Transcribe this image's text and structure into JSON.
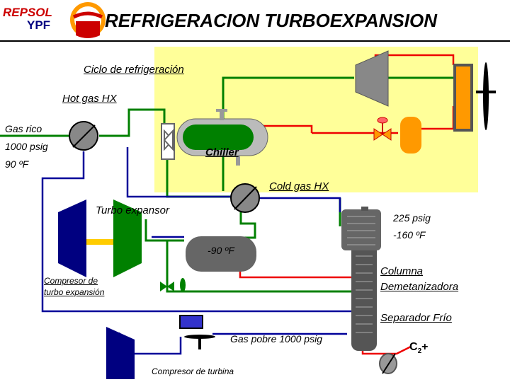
{
  "header": {
    "logo_line1": "REPSOL",
    "logo_line2": "YPF",
    "title": "REFRIGERACION TURBOEXPANSION"
  },
  "labels": {
    "ciclo": "Ciclo de refrigeración",
    "hot_gas_hx": "Hot gas HX",
    "gas_rico": "Gas rico",
    "pressure_in": "1000 psig",
    "temp_in": "90 ºF",
    "chiller": "Chiller",
    "cold_gas_hx": "Cold gas HX",
    "turbo_expansor": "Turbo expansor",
    "p_225": "225 psig",
    "t_160": "-160 ºF",
    "t_90": "-90 ºF",
    "compresor_turbo_1": "Compresor de",
    "compresor_turbo_2": "turbo expansión",
    "columna_1": "Columna",
    "columna_2": "Demetanizadora",
    "separador": "Separador Frío",
    "gas_pobre": "Gas pobre 1000 psig",
    "c2_main": "C",
    "c2_sub": "2",
    "c2_plus": "+",
    "compresor_turbina": "Compresor de turbina"
  },
  "colors": {
    "refrigeration_zone": "#ffff99",
    "green_line": "#008000",
    "blue_line": "#000099",
    "red_line": "#ee0000",
    "equipment_blue": "#000080",
    "equipment_green": "#008000",
    "equipment_orange": "#ff9900",
    "vessel_gray": "#666666",
    "accent_yellow": "#ffcc00"
  }
}
